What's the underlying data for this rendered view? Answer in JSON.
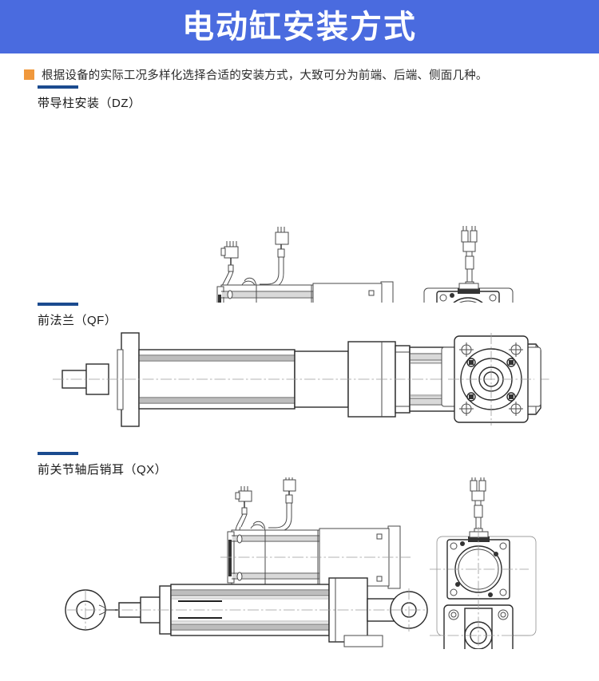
{
  "header": {
    "title": "电动缸安装方式",
    "bg_color": "#4a6bdf",
    "text_color": "#ffffff"
  },
  "subtitle": {
    "bullet_icon": "orange-square-bullet",
    "bullet_color": "#f0983c",
    "text": "根据设备的实际工况多样化选择合适的安装方式，大致可分为前端、后端、侧面几种。"
  },
  "accent_color": "#1b4b8f",
  "sections": [
    {
      "label": "带导柱安装（DZ）",
      "code": "DZ",
      "drawing_name": "electric-cylinder-guide-column-mount",
      "views": [
        "side-view",
        "end-view"
      ]
    },
    {
      "label": "前法兰（QF）",
      "code": "QF",
      "drawing_name": "electric-cylinder-front-flange-mount",
      "views": [
        "side-view",
        "end-view"
      ]
    },
    {
      "label": "前关节轴后销耳（QX）",
      "code": "QX",
      "drawing_name": "electric-cylinder-front-rod-eye-rear-clevis-mount",
      "views": [
        "side-view",
        "end-view"
      ]
    }
  ]
}
